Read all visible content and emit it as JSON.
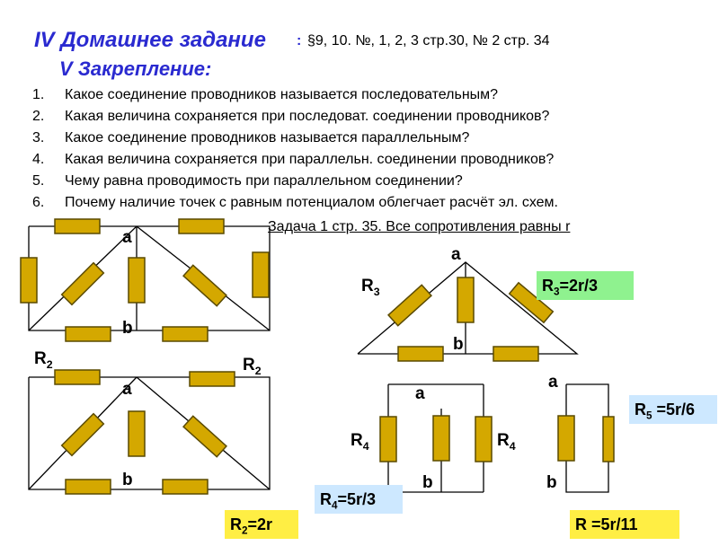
{
  "header": {
    "title_main": "IV  Домашнее задание",
    "title_colon": ":",
    "title_rest": "§9, 10.   №, 1, 2, 3  стр.30,  № 2 стр. 34",
    "title_secondary": "V   Закрепление:"
  },
  "questions": [
    {
      "num": "1.",
      "text": "Какое соединение проводников называется последовательным?"
    },
    {
      "num": "2.",
      "text": "Какая величина сохраняется при последоват. соединении проводников?"
    },
    {
      "num": "3.",
      "text": "Какое соединение проводников называется параллельным?"
    },
    {
      "num": "4.",
      "text": "Какая величина сохраняется при параллельн. соединении проводников?"
    },
    {
      "num": "5.",
      "text": "Чему равна проводимость при параллельном соединении?"
    },
    {
      "num": "6.",
      "text": "Почему наличие точек с равным потенциалом облегчает расчёт эл. схем."
    }
  ],
  "task": {
    "text": "Задача  1 стр. 35.  Все сопротивления равны  r"
  },
  "labels": {
    "node_a": "a",
    "node_b": "b",
    "R": "R",
    "sub2": "2",
    "sub3": "3",
    "sub4": "4",
    "sub5": "5"
  },
  "results": {
    "r3": "=2r/3",
    "r2": "=2r",
    "r4": "=5r/3",
    "r5": " =5r/6",
    "r_total": "R =5r/11"
  },
  "colors": {
    "resistor_fill": "#d4a800",
    "resistor_stroke": "#5a4a00",
    "wire": "#000000",
    "title_accent": "#2a2ad0",
    "box_green": "#8ff28f",
    "box_blue": "#cde8ff",
    "box_yellow": "#ffee44"
  }
}
